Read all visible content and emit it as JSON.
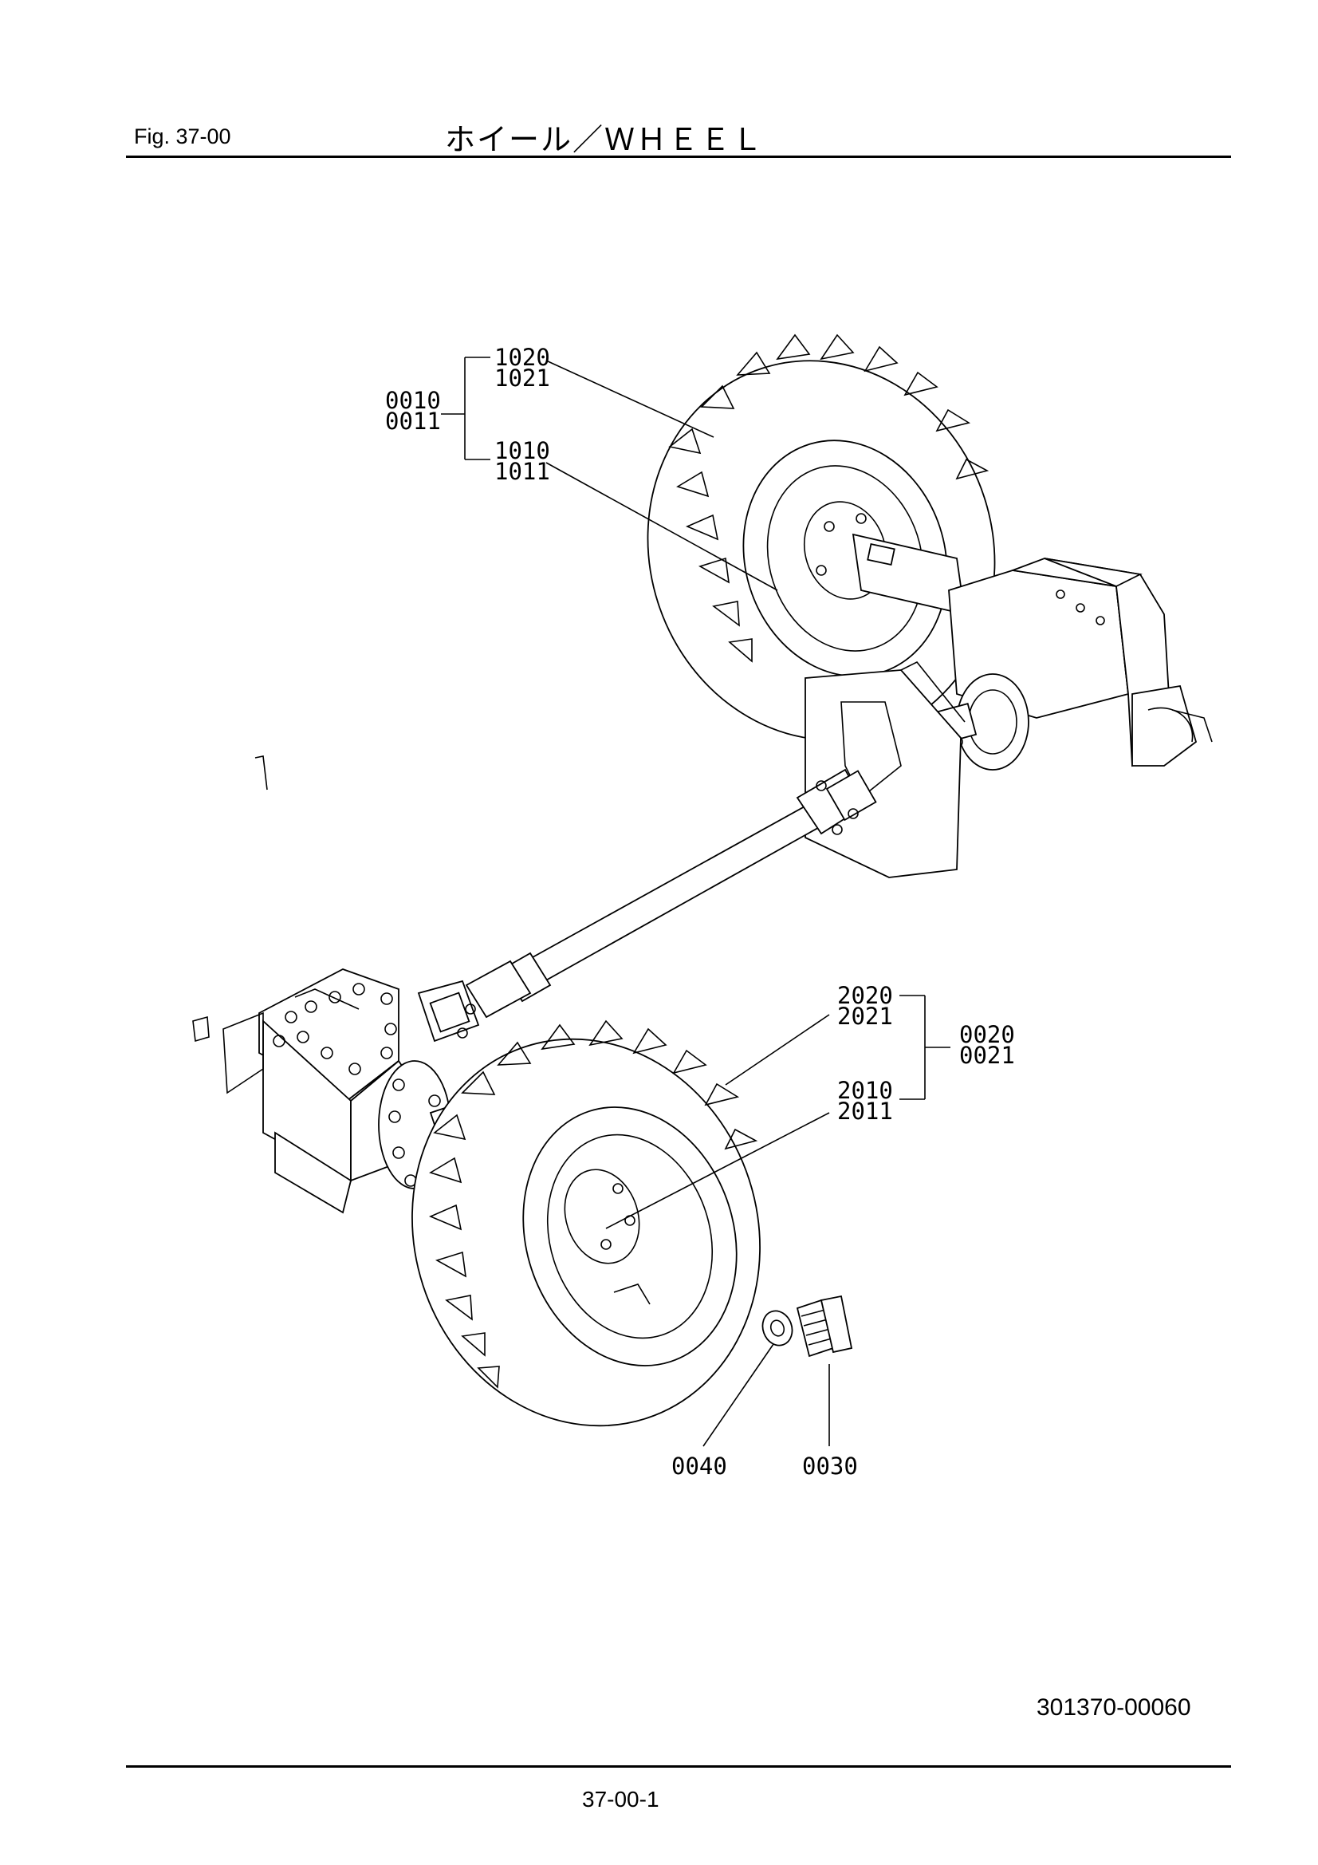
{
  "header": {
    "figure": "Fig.  37-00",
    "title": "ホイール／ＷＨＥＥＬ"
  },
  "callouts": {
    "top_wheel": {
      "assembly": [
        "0010",
        "0011"
      ],
      "tire": [
        "1020",
        "1021"
      ],
      "rim": [
        "1010",
        "1011"
      ]
    },
    "bottom_wheel": {
      "assembly": [
        "0020",
        "0021"
      ],
      "tire": [
        "2020",
        "2021"
      ],
      "rim": [
        "2010",
        "2011"
      ]
    },
    "washer": "0040",
    "bolt": "0030"
  },
  "footer": {
    "drawing_number": "301370-00060",
    "page_number": "37-00-1"
  }
}
